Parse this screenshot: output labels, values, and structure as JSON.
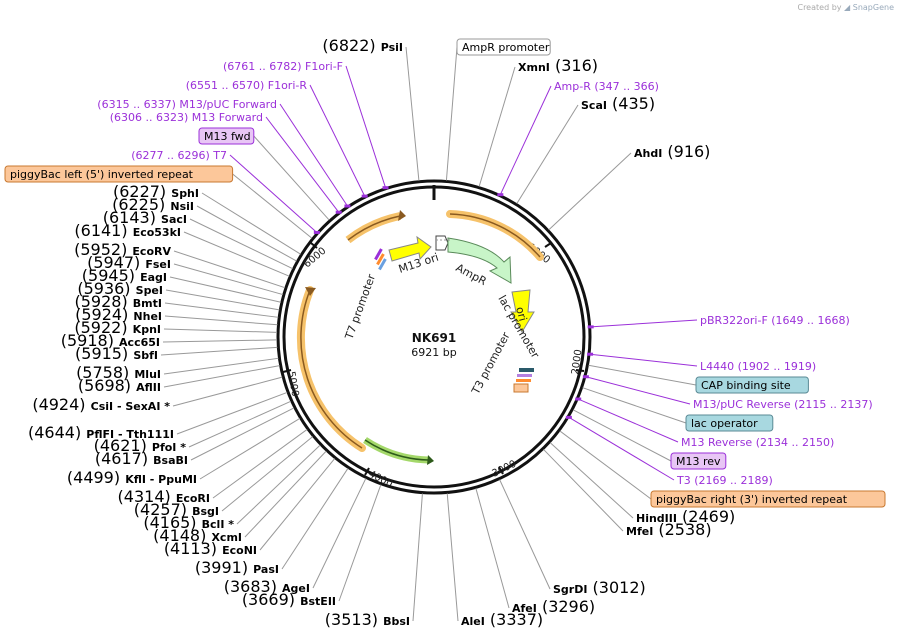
{
  "branding": {
    "created_by": "Created by",
    "product": "SnapGene"
  },
  "plasmid": {
    "name": "NK691",
    "length": "6921 bp"
  },
  "ruler": [
    "1000",
    "2000",
    "3000",
    "4000",
    "5000",
    "6000"
  ],
  "inner_features": [
    "M13 ori",
    "AmpR",
    "ori",
    "lac promoter",
    "T3 promoter",
    "T7 promoter"
  ],
  "right_labels": [
    {
      "type": "box",
      "text": "AmpR promoter",
      "color": "#ffffff",
      "border": "#999999"
    },
    {
      "type": "enzyme",
      "name": "XmnI",
      "pos": "(316)"
    },
    {
      "type": "feature",
      "name": "Amp-R",
      "pos": "(347 .. 366)"
    },
    {
      "type": "enzyme",
      "name": "ScaI",
      "pos": "(435)"
    },
    {
      "type": "enzyme",
      "name": "AhdI",
      "pos": "(916)"
    },
    {
      "type": "feature",
      "name": "pBR322ori-F",
      "pos": "(1649 .. 1668)"
    },
    {
      "type": "feature",
      "name": "L4440",
      "pos": "(1902 .. 1919)"
    },
    {
      "type": "box",
      "text": "CAP binding site",
      "color": "#a8d8e0",
      "border": "#5a8a95"
    },
    {
      "type": "feature",
      "name": "M13/pUC Reverse",
      "pos": "(2115 .. 2137)"
    },
    {
      "type": "box",
      "text": "lac operator",
      "color": "#a8d8e0",
      "border": "#5a8a95"
    },
    {
      "type": "feature",
      "name": "M13 Reverse",
      "pos": "(2134 .. 2150)"
    },
    {
      "type": "box",
      "text": "M13 rev",
      "color": "#e8c6f5",
      "border": "#9b30d9"
    },
    {
      "type": "feature",
      "name": "T3",
      "pos": "(2169 .. 2189)"
    },
    {
      "type": "box",
      "text": "piggyBac right (3') inverted repeat",
      "color": "#fcc79a",
      "border": "#c87830"
    },
    {
      "type": "enzyme",
      "name": "HindIII",
      "pos": "(2469)"
    },
    {
      "type": "enzyme",
      "name": "MfeI",
      "pos": "(2538)"
    },
    {
      "type": "enzyme",
      "name": "SgrDI",
      "pos": "(3012)"
    },
    {
      "type": "enzyme",
      "name": "AfeI",
      "pos": "(3296)"
    },
    {
      "type": "enzyme",
      "name": "AleI",
      "pos": "(3337)"
    }
  ],
  "left_labels": [
    {
      "type": "enzyme",
      "name": "PsiI",
      "pos": "(6822)"
    },
    {
      "type": "feature",
      "name": "F1ori-F",
      "pos": "(6761 .. 6782)"
    },
    {
      "type": "feature",
      "name": "F1ori-R",
      "pos": "(6551 .. 6570)"
    },
    {
      "type": "feature",
      "name": "M13/pUC Forward",
      "pos": "(6315 .. 6337)"
    },
    {
      "type": "feature",
      "name": "M13 Forward",
      "pos": "(6306 .. 6323)"
    },
    {
      "type": "box",
      "text": "M13 fwd",
      "color": "#e8c6f5",
      "border": "#9b30d9"
    },
    {
      "type": "feature",
      "name": "T7",
      "pos": "(6277 .. 6296)"
    },
    {
      "type": "box",
      "text": "piggyBac left (5') inverted repeat",
      "color": "#fcc79a",
      "border": "#c87830"
    },
    {
      "type": "enzyme",
      "name": "SphI",
      "pos": "(6227)"
    },
    {
      "type": "enzyme",
      "name": "NsiI",
      "pos": "(6225)"
    },
    {
      "type": "enzyme",
      "name": "SacI",
      "pos": "(6143)"
    },
    {
      "type": "enzyme",
      "name": "Eco53kI",
      "pos": "(6141)"
    },
    {
      "type": "enzyme",
      "name": "EcoRV",
      "pos": "(5952)"
    },
    {
      "type": "enzyme",
      "name": "FseI",
      "pos": "(5947)"
    },
    {
      "type": "enzyme",
      "name": "EagI",
      "pos": "(5945)"
    },
    {
      "type": "enzyme",
      "name": "SpeI",
      "pos": "(5936)"
    },
    {
      "type": "enzyme",
      "name": "BmtI",
      "pos": "(5928)"
    },
    {
      "type": "enzyme",
      "name": "NheI",
      "pos": "(5924)"
    },
    {
      "type": "enzyme",
      "name": "KpnI",
      "pos": "(5922)"
    },
    {
      "type": "enzyme",
      "name": "Acc65I",
      "pos": "(5918)"
    },
    {
      "type": "enzyme",
      "name": "SbfI",
      "pos": "(5915)"
    },
    {
      "type": "enzyme",
      "name": "MluI",
      "pos": "(5758)"
    },
    {
      "type": "enzyme",
      "name": "AflII",
      "pos": "(5698)"
    },
    {
      "type": "enzyme",
      "name": "CsiI - SexAI *",
      "pos": "(4924)"
    },
    {
      "type": "enzyme",
      "name": "PflFI - Tth111I",
      "pos": "(4644)"
    },
    {
      "type": "enzyme",
      "name": "PfoI *",
      "pos": "(4621)"
    },
    {
      "type": "enzyme",
      "name": "BsaBI",
      "pos": "(4617)"
    },
    {
      "type": "enzyme",
      "name": "KflI - PpuMI",
      "pos": "(4499)"
    },
    {
      "type": "enzyme",
      "name": "EcoRI",
      "pos": "(4314)"
    },
    {
      "type": "enzyme",
      "name": "BsgI",
      "pos": "(4257)"
    },
    {
      "type": "enzyme",
      "name": "BclI *",
      "pos": "(4165)"
    },
    {
      "type": "enzyme",
      "name": "XcmI",
      "pos": "(4148)"
    },
    {
      "type": "enzyme",
      "name": "EcoNI",
      "pos": "(4113)"
    },
    {
      "type": "enzyme",
      "name": "PasI",
      "pos": "(3991)"
    },
    {
      "type": "enzyme",
      "name": "AgeI",
      "pos": "(3683)"
    },
    {
      "type": "enzyme",
      "name": "BstEII",
      "pos": "(3669)"
    },
    {
      "type": "enzyme",
      "name": "BbsI",
      "pos": "(3513)"
    }
  ]
}
